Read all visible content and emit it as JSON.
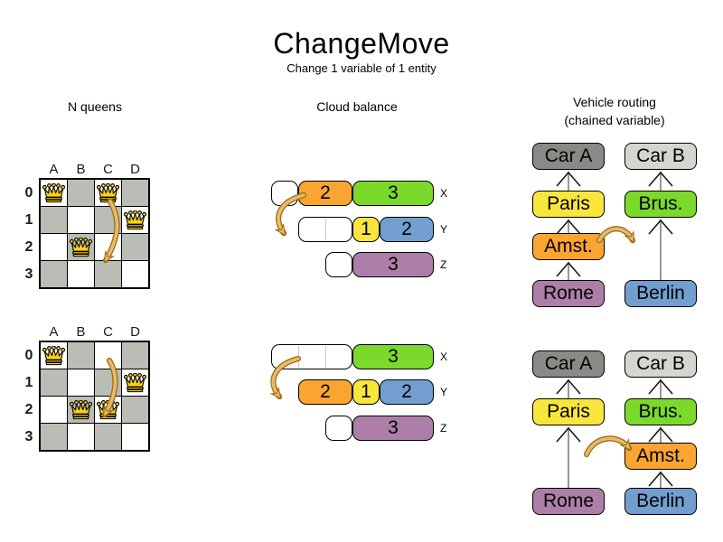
{
  "title": "ChangeMove",
  "subtitle": "Change 1 variable of 1 entity",
  "sections": {
    "nqueens": {
      "title": "N queens"
    },
    "cloud": {
      "title": "Cloud balance"
    },
    "vehicle": {
      "title_line1": "Vehicle routing",
      "title_line2": "(chained variable)"
    }
  },
  "colors": {
    "white": "#ffffff",
    "orange": "#faa532",
    "yellow": "#f8e63d",
    "green": "#7bd92c",
    "blue": "#729fcf",
    "purple": "#ad7fa8",
    "dark_gray": "#888a85",
    "light_gray": "#d3d7cf",
    "board_dark_cell": "#babdb6",
    "queen_gold": "#fcd116",
    "arrow_fill": "#e9b96e",
    "arrow_outline": "#9c6d11"
  },
  "nqueens": {
    "col_labels": [
      "A",
      "B",
      "C",
      "D"
    ],
    "row_labels": [
      "0",
      "1",
      "2",
      "3"
    ],
    "boards": [
      {
        "name": "before",
        "queens": [
          "A0",
          "C0",
          "D1",
          "B2"
        ]
      },
      {
        "name": "after",
        "queens": [
          "A0",
          "D1",
          "B2",
          "C2"
        ]
      }
    ]
  },
  "cloud": {
    "states": [
      {
        "name": "before",
        "computers": [
          {
            "label": "X",
            "segments": [
              {
                "units": 1,
                "color": "white",
                "value": ""
              },
              {
                "units": 2,
                "color": "orange",
                "value": "2"
              },
              {
                "units": 3,
                "color": "green",
                "value": "3"
              }
            ]
          },
          {
            "label": "Y",
            "segments": [
              {
                "units": 2,
                "color": "white",
                "value": ""
              },
              {
                "units": 1,
                "color": "yellow",
                "value": "1"
              },
              {
                "units": 2,
                "color": "blue",
                "value": "2"
              }
            ]
          },
          {
            "label": "Z",
            "segments": [
              {
                "units": 1,
                "color": "white",
                "value": ""
              },
              {
                "units": 3,
                "color": "purple",
                "value": "3"
              }
            ]
          }
        ]
      },
      {
        "name": "after",
        "computers": [
          {
            "label": "X",
            "segments": [
              {
                "units": 3,
                "color": "white",
                "value": ""
              },
              {
                "units": 3,
                "color": "green",
                "value": "3"
              }
            ]
          },
          {
            "label": "Y",
            "segments": [
              {
                "units": 2,
                "color": "orange",
                "value": "2"
              },
              {
                "units": 1,
                "color": "yellow",
                "value": "1"
              },
              {
                "units": 2,
                "color": "blue",
                "value": "2"
              }
            ]
          },
          {
            "label": "Z",
            "segments": [
              {
                "units": 1,
                "color": "white",
                "value": ""
              },
              {
                "units": 3,
                "color": "purple",
                "value": "3"
              }
            ]
          }
        ]
      }
    ]
  },
  "vehicle": {
    "states": [
      {
        "name": "before",
        "chains": [
          {
            "boxes": [
              {
                "label": "Car A",
                "color": "dark_gray",
                "slot": 0
              },
              {
                "label": "Paris",
                "color": "yellow",
                "slot": 1
              },
              {
                "label": "Amst.",
                "color": "orange",
                "slot": 2
              },
              {
                "label": "Rome",
                "color": "purple",
                "slot": 3
              }
            ]
          },
          {
            "boxes": [
              {
                "label": "Car B",
                "color": "light_gray",
                "slot": 0
              },
              {
                "label": "Brus.",
                "color": "green",
                "slot": 1
              },
              {
                "label": "Berlin",
                "color": "blue",
                "slot": 3
              }
            ]
          }
        ]
      },
      {
        "name": "after",
        "chains": [
          {
            "boxes": [
              {
                "label": "Car A",
                "color": "dark_gray",
                "slot": 0
              },
              {
                "label": "Paris",
                "color": "yellow",
                "slot": 1
              },
              {
                "label": "Rome",
                "color": "purple",
                "slot": 3
              }
            ]
          },
          {
            "boxes": [
              {
                "label": "Car B",
                "color": "light_gray",
                "slot": 0
              },
              {
                "label": "Brus.",
                "color": "green",
                "slot": 1
              },
              {
                "label": "Amst.",
                "color": "orange",
                "slot": 2
              },
              {
                "label": "Berlin",
                "color": "blue",
                "slot": 3
              }
            ]
          }
        ]
      }
    ]
  },
  "arrows": [
    {
      "id": "nqueens-before",
      "from": "C0",
      "to": "C2"
    },
    {
      "id": "nqueens-after",
      "from": "C0",
      "to": "C2"
    },
    {
      "id": "cloud-before",
      "from": "process 2 on X",
      "to": "computer Y"
    },
    {
      "id": "cloud-after",
      "from": "computer X",
      "to": "process 2 on Y"
    },
    {
      "id": "vehicle-before",
      "from": "Amst.",
      "to": "Car B chain"
    },
    {
      "id": "vehicle-after",
      "from": "Car A chain",
      "to": "Amst."
    }
  ]
}
